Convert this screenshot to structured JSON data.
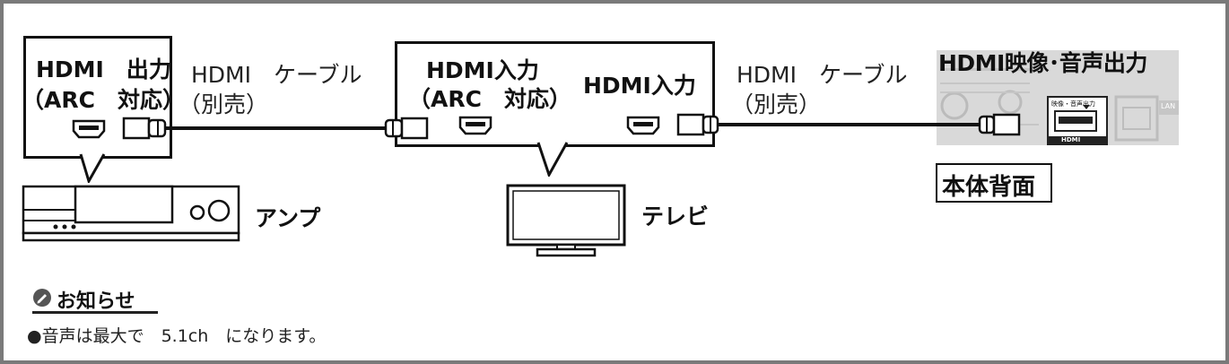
{
  "amp_callout": {
    "line1": "HDMI　出力",
    "line2": "（ARC　対応）"
  },
  "cable_left": {
    "line1": "HDMI　ケーブル",
    "line2": "（別売）"
  },
  "tv_callout": {
    "input_arc_line1": "HDMI入力",
    "input_arc_line2": "（ARC　対応）",
    "input_plain": "HDMI入力"
  },
  "cable_right": {
    "line1": "HDMI　ケーブル",
    "line2": "（別売）"
  },
  "recorder": {
    "output_label": "HDMI映像･音声出力",
    "rear_label": "本体背面",
    "panel_small_1": "映像・音声出力",
    "panel_small_2": "HDMI",
    "panel_small_3": "LAN"
  },
  "devices": {
    "amp": "アンプ",
    "tv": "テレビ"
  },
  "notice": {
    "title": "お知らせ",
    "items": [
      "●音声は最大で　5.1ch　になります。"
    ]
  }
}
